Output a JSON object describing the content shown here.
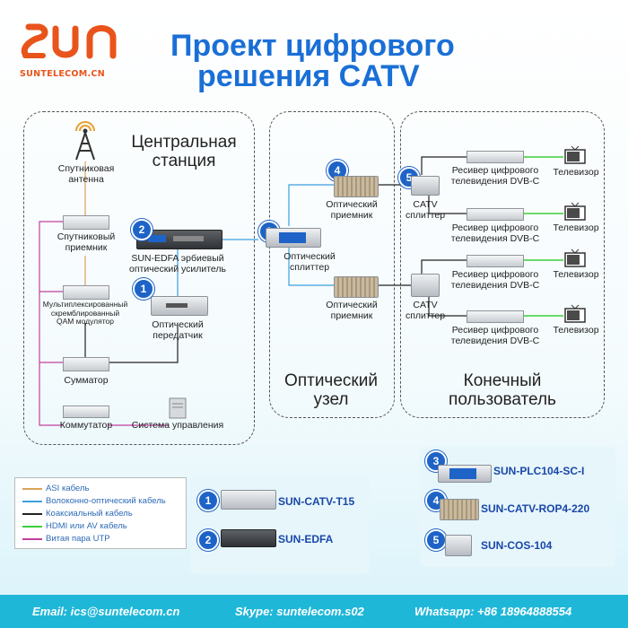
{
  "logo": {
    "mark": "SUN",
    "url": "SUNTELECOM.CN"
  },
  "title": {
    "line1": "Проект цифрового",
    "line2": "решения CATV"
  },
  "sections": {
    "central": "Центральная станция",
    "central_l1": "Центральная",
    "central_l2": "станция",
    "node_l1": "Оптический",
    "node_l2": "узел",
    "user_l1": "Конечный",
    "user_l2": "пользователь"
  },
  "central": {
    "antenna_l1": "Спутниковая",
    "antenna_l2": "антенна",
    "sat_rx_l1": "Спутниковый",
    "sat_rx_l2": "приемник",
    "qam_l1": "Мультиплексированный",
    "qam_l2": "скремблированный",
    "qam_l3": "QAM модулятор",
    "edfa_l1": "SUN-EDFA эрбиевый",
    "edfa_l2": "оптический усилитель",
    "tx_l1": "Оптический",
    "tx_l2": "передатчик",
    "summator": "Сумматор",
    "switch": "Коммутатор",
    "mgmt": "Система управления"
  },
  "node": {
    "rx1_l1": "Оптический",
    "rx1_l2": "приемник",
    "splitter_l1": "Оптический",
    "splitter_l2": "сплиттер",
    "rx2_l1": "Оптический",
    "rx2_l2": "приемник"
  },
  "user": {
    "catv1_l1": "CATV",
    "catv1_l2": "сплиттер",
    "catv2_l1": "CATV",
    "catv2_l2": "сплиттер",
    "receiver_l1": "Ресивер цифрового",
    "receiver_l2": "телевидения DVB-C",
    "tv": "Телевизор"
  },
  "badges": [
    "1",
    "2",
    "3",
    "4",
    "5"
  ],
  "legend": [
    {
      "label": "ASI кабель",
      "color": "#d9a35a"
    },
    {
      "label": "Волоконно-оптический кабель",
      "color": "#3aa0e0"
    },
    {
      "label": "Коаксиальный кабель",
      "color": "#222222"
    },
    {
      "label": "HDMI или AV кабель",
      "color": "#3ccf3c"
    },
    {
      "label": "Витая пара UTP",
      "color": "#c040a0"
    }
  ],
  "models": {
    "m1": "SUN-CATV-T15",
    "m2": "SUN-EDFA",
    "m3": "SUN-PLC104-SC-I",
    "m4": "SUN-CATV-ROP4-220",
    "m5": "SUN-COS-104"
  },
  "footer": {
    "email": "Email: ics@suntelecom.cn",
    "skype": "Skype: suntelecom.s02",
    "whatsapp": "Whatsapp: +86 18964888554"
  }
}
